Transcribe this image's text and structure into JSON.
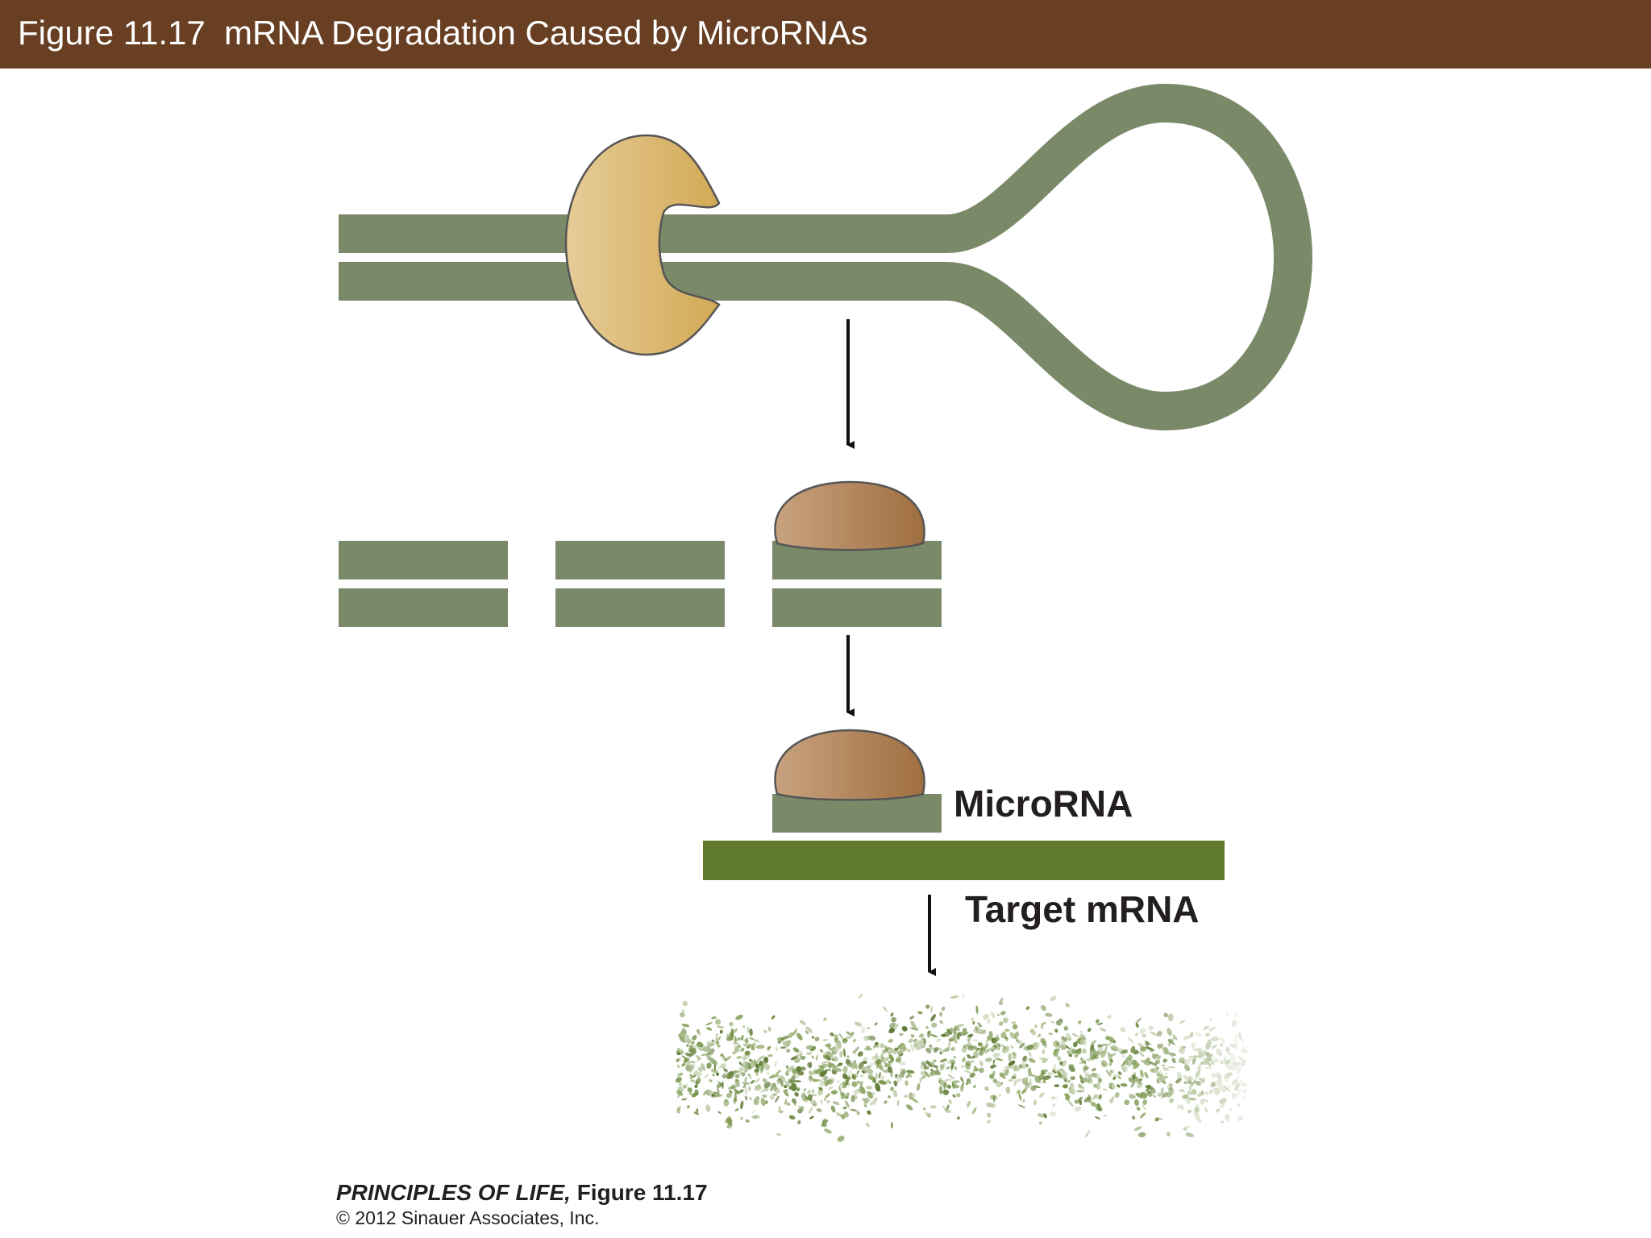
{
  "slide": {
    "title": "Figure 11.17  mRNA Degradation Caused by MicroRNAs"
  },
  "labels": {
    "microrna": "MicroRNA",
    "target_mrna": "Target mRNA"
  },
  "credit": {
    "book": "PRINCIPLES OF LIFE,",
    "figure": " Figure 11.17",
    "copyright": "© 2012 Sinauer Associates, Inc."
  },
  "colors": {
    "title_bar": "#683f23",
    "rna_strand": "#7a8a69",
    "target_mrna": "#5f7a2a",
    "dicer_protein": "#d8b46a",
    "risc_protein": "#a97c54",
    "degraded_fragments": "#6f8c45"
  }
}
